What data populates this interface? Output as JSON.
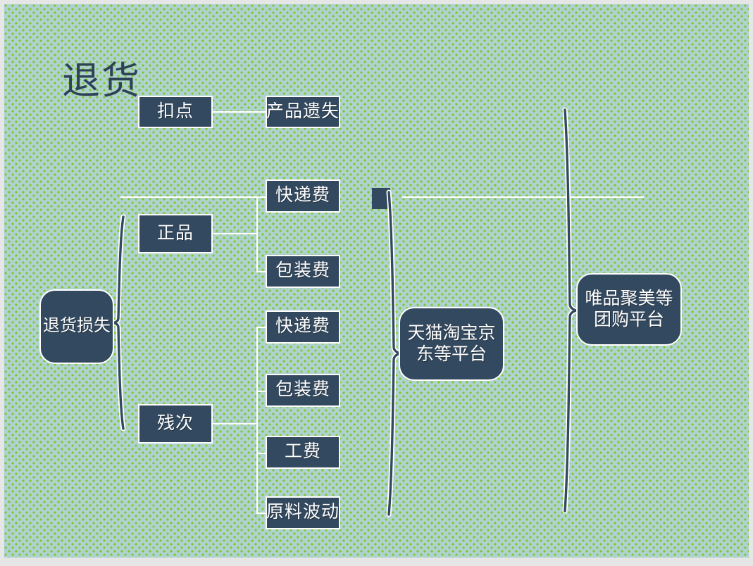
{
  "slide": {
    "title": "退货",
    "background_color": "#aed2cd",
    "dot_color": "#7fc624",
    "node_fill": "#33495f",
    "node_border": "#ffffff",
    "title_color": "#2e4257"
  },
  "nodes": {
    "deduction": "扣点",
    "product_loss": "产品遗失",
    "return_loss": "退货损失",
    "genuine": "正品",
    "defective": "残次",
    "genuine_shipping_fee": "快递费",
    "genuine_packaging_fee": "包装费",
    "defective_shipping_fee": "快递费",
    "defective_packaging_fee": "包装费",
    "labor_fee": "工费",
    "material_fluctuation": "原料波动",
    "platform_tmall": "天猫淘宝京东等平台",
    "platform_vip": "唯品聚美等团购平台"
  },
  "icons": {
    "brace_left": "curly-brace",
    "brace_middle": "curly-brace",
    "brace_right": "curly-brace",
    "marker": "slanted-bar-marker"
  }
}
